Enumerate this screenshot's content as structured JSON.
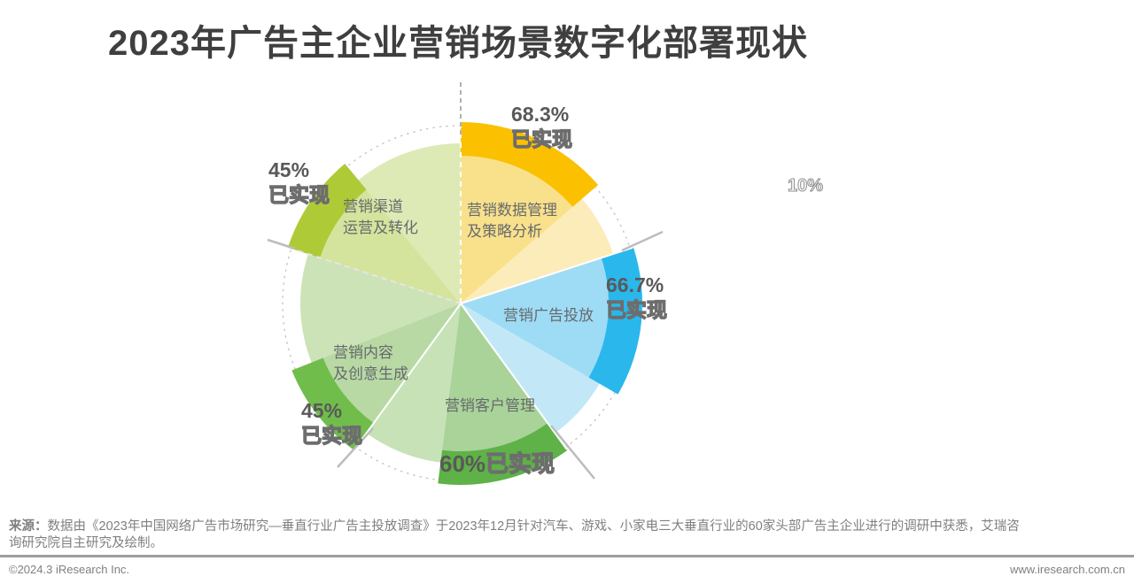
{
  "title": "2023年广告主企业营销场景数字化部署现状",
  "chart_data": {
    "type": "pie",
    "subtype": "nightingale-rose",
    "title": "2023年广告主企业营销场景数字化部署现状",
    "legend_position": "none",
    "grid": "dashed outer circle",
    "start_angle_deg": 0,
    "segment_angle_deg": 72,
    "value_meaning": "已实现(percent realized) share of each 72° petal, filled clockwise from petal start",
    "segments": [
      {
        "name": "营销数据管理\n及策略分析",
        "pct": "68.3%",
        "value": 68.3,
        "status": "已实现",
        "color_band": "#fbc000",
        "color_inner": "#f9e18c",
        "color_inner_pale": "#fcecba"
      },
      {
        "name": "营销广告投放",
        "pct": "66.7%",
        "value": 66.7,
        "status": "已实现",
        "color_band": "#2ab7ec",
        "color_inner": "#9edcf5",
        "color_inner_pale": "#c2e8f8"
      },
      {
        "name": "营销客户管理",
        "pct": "60%",
        "value": 60,
        "status": "已实现",
        "color_band": "#5eb247",
        "color_inner": "#a9d399",
        "color_inner_pale": "#c6e2b6"
      },
      {
        "name": "营销内容\n及创意生成",
        "pct": "45%",
        "value": 45,
        "status": "已实现",
        "color_band": "#70bd4c",
        "color_inner": "#b8d9a4",
        "color_inner_pale": "#cbe3b7"
      },
      {
        "name": "营销渠道\n运营及转化",
        "pct": "45%",
        "value": 45,
        "status": "已实现",
        "color_band": "#aecb37",
        "color_inner": "#d4e49d",
        "color_inner_pale": "#deeab6"
      }
    ],
    "extra_label": "10%"
  },
  "footer": {
    "source_label": "来源：",
    "source_text": "数据由《2023年中国网络广告市场研究—垂直行业广告主投放调查》于2023年12月针对汽车、游戏、小家电三大垂直行业的60家头部广告主企业进行的调研中获悉，艾瑞咨\n询研究院自主研究及绘制。",
    "copyright": "©2024.3 iResearch Inc.",
    "website": "www.iresearch.com.cn"
  }
}
